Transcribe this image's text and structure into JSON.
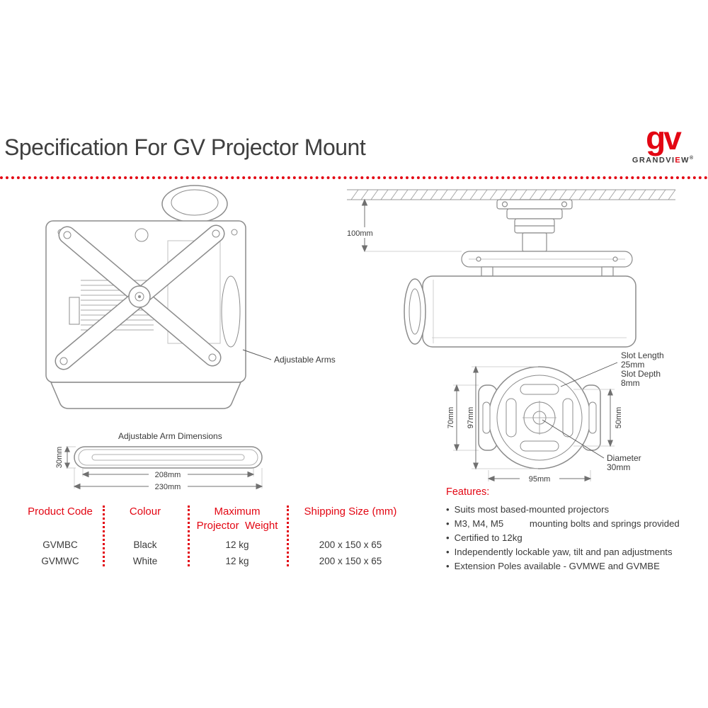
{
  "colors": {
    "accent_red": "#e30613",
    "text_dark": "#3a3a3a",
    "line_gray": "#8c8c8c"
  },
  "header": {
    "title": "Specification For GV Projector Mount",
    "logo": {
      "mark": "gv",
      "brand_left": "GRANDVI",
      "brand_e": "E",
      "brand_w": "W",
      "registered": "®"
    }
  },
  "diagrams": {
    "top_view": {
      "adjustable_arms_label": "Adjustable Arms"
    },
    "side_view": {
      "ceiling_drop_dim": "100mm"
    },
    "arm_dimensions": {
      "title": "Adjustable Arm Dimensions",
      "height_dim": "30mm",
      "inner_length_dim": "208mm",
      "outer_length_dim": "230mm"
    },
    "bottom_view": {
      "dim_70": "70mm",
      "dim_97": "97mm",
      "dim_50": "50mm",
      "dim_95": "95mm",
      "slot_length_label": "Slot Length",
      "slot_length_value": "25mm",
      "slot_depth_label": "Slot Depth",
      "slot_depth_value": "8mm",
      "diameter_label": "Diameter",
      "diameter_value": "30mm"
    }
  },
  "table": {
    "headers": [
      "Product Code",
      "Colour",
      "Maximum\nProjector  Weight",
      "Shipping Size (mm)"
    ],
    "rows": [
      [
        "GVMBC",
        "Black",
        "12 kg",
        "200 x 150 x 65"
      ],
      [
        "GVMWC",
        "White",
        "12 kg",
        "200 x 150 x 65"
      ]
    ]
  },
  "features": {
    "title": "Features:",
    "items": [
      "Suits most based-mounted projectors",
      "M3, M4, M5          mounting bolts and springs provided",
      "Certified to 12kg",
      "Independently lockable yaw, tilt and pan adjustments",
      "Extension Poles available - GVMWE and GVMBE"
    ]
  }
}
